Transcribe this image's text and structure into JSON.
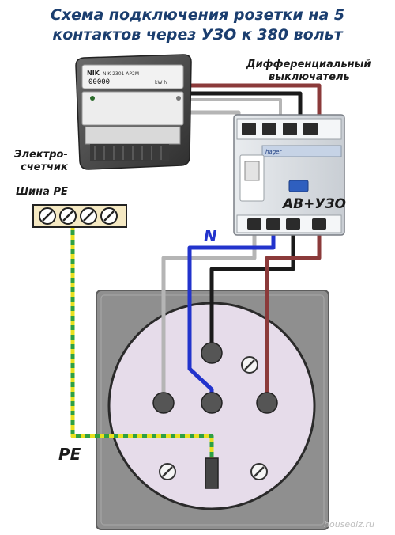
{
  "title": {
    "line1": "Схема подключения розетки на 5",
    "line2": "контактов через УЗО к 380 вольт"
  },
  "labels": {
    "diff_breaker_line1": "Дифференциальный",
    "diff_breaker_line2": "выключатель",
    "meter_line1": "Электро-",
    "meter_line2": "счетчик",
    "pe_bus": "Шина РЕ",
    "neutral": "N",
    "pe": "PE",
    "breaker_type": "АВ+УЗО",
    "watermark": "housediz.ru"
  },
  "meter": {
    "brand": "NIK",
    "model": "NIK 2301 AP2M",
    "display": "00000",
    "unit": "kW·h"
  },
  "breaker": {
    "brand": "hager"
  },
  "colors": {
    "title": "#1b3e6f",
    "wire_black": "#1a1a1a",
    "wire_brown": "#8b3a3a",
    "wire_grey": "#b5b5b5",
    "wire_blue": "#2233cc",
    "wire_pe_yellow": "#e8e020",
    "wire_pe_green": "#2ea043",
    "socket_plate": "#8f8f8f",
    "socket_face": "#e6dcea",
    "pin": "#555555"
  }
}
